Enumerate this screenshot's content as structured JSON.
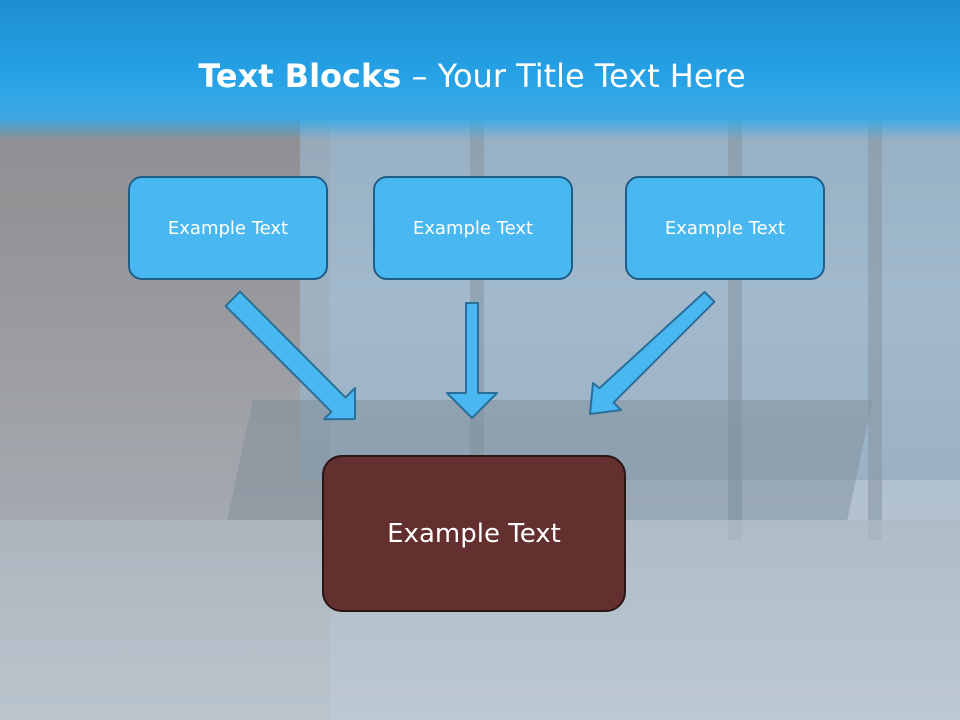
{
  "title": {
    "bold": "Text Blocks",
    "dash": "–",
    "rest": "Your Title Text Here"
  },
  "top_boxes": [
    {
      "label": "Example Text"
    },
    {
      "label": "Example Text"
    },
    {
      "label": "Example Text"
    }
  ],
  "bottom_box": {
    "label": "Example Text"
  },
  "colors": {
    "title_band": "#26a2e6",
    "top_box_fill": "#4ab8f0",
    "top_box_border": "#1f5e8a",
    "bottom_box_fill": "#642f2f",
    "arrow_fill": "#4ab8f0",
    "arrow_stroke": "#2a6f9c"
  }
}
